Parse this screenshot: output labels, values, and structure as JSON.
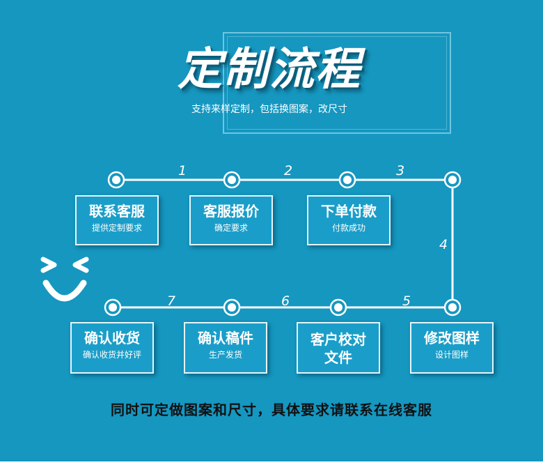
{
  "header": {
    "title": "定制流程",
    "subtitle": "支持来样定制，包括换图案，改尺寸"
  },
  "steps": [
    {
      "main": "联系客服",
      "sub": "提供定制要求"
    },
    {
      "main": "客服报价",
      "sub": "确定要求"
    },
    {
      "main": "下单付款",
      "sub": "付款成功"
    },
    {
      "main": "修改图样",
      "sub": "设计图样"
    },
    {
      "main": "客户校对\n文件",
      "sub": ""
    },
    {
      "main": "确认稿件",
      "sub": "生产发货"
    },
    {
      "main": "确认收货",
      "sub": "确认收货并好评"
    }
  ],
  "step_numbers": [
    "1",
    "2",
    "3",
    "4",
    "5",
    "6",
    "7"
  ],
  "footer": {
    "note": "同时可定做图案和尺寸，具体要求请联系在线客服"
  },
  "colors": {
    "background": "#1597c0",
    "box": "#1a9ec9",
    "line": "#ffffff",
    "text": "#ffffff",
    "footer_text": "#111111"
  },
  "icons": {
    "face": "wink-smile-icon",
    "node": "circle-node-icon"
  }
}
